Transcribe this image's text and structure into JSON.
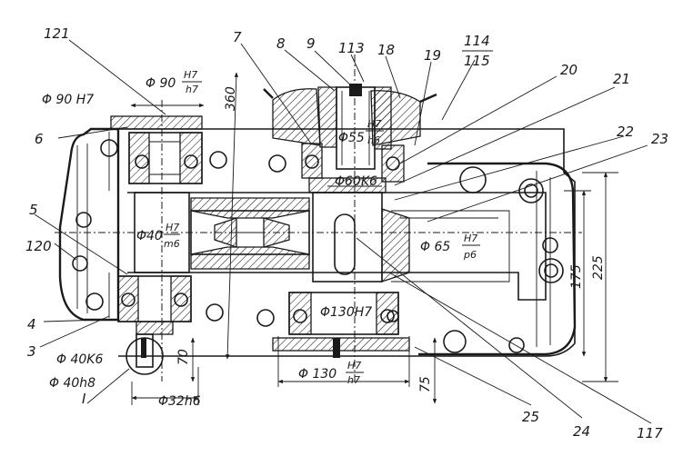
{
  "callouts": {
    "p121": "121",
    "p7": "7",
    "p8": "8",
    "p9": "9",
    "p113": "113",
    "p18": "18",
    "p19": "19",
    "p114": "114",
    "p115": "115",
    "p20": "20",
    "p21": "21",
    "p22": "22",
    "p23": "23",
    "p6": "6",
    "p5": "5",
    "p120": "120",
    "p4": "4",
    "p3": "3",
    "p25": "25",
    "p24": "24",
    "p117": "117",
    "pI": "I"
  },
  "dimensions": {
    "d90": "Φ 90",
    "d90_num": "H7",
    "d90_den": "h7",
    "d90H7": "Φ 90 H7",
    "d360": "360",
    "d55": "Φ55",
    "d55_num": "H7",
    "d55_den": "h6",
    "d60": "Φ60K6",
    "d40": "Φ40",
    "d40_num": "H7",
    "d40_den": "m6",
    "d65": "Φ 65",
    "d65_num": "H7",
    "d65_den": "p6",
    "d130H7": "Φ130H7",
    "d40K6": "Φ 40K6",
    "d40h8": "Φ 40h8",
    "d70": "70",
    "d32": "Φ32h6",
    "d130": "Φ 130",
    "d130_num": "H7",
    "d130_den": "h7",
    "d75": "75",
    "d175": "175",
    "d225": "225"
  }
}
